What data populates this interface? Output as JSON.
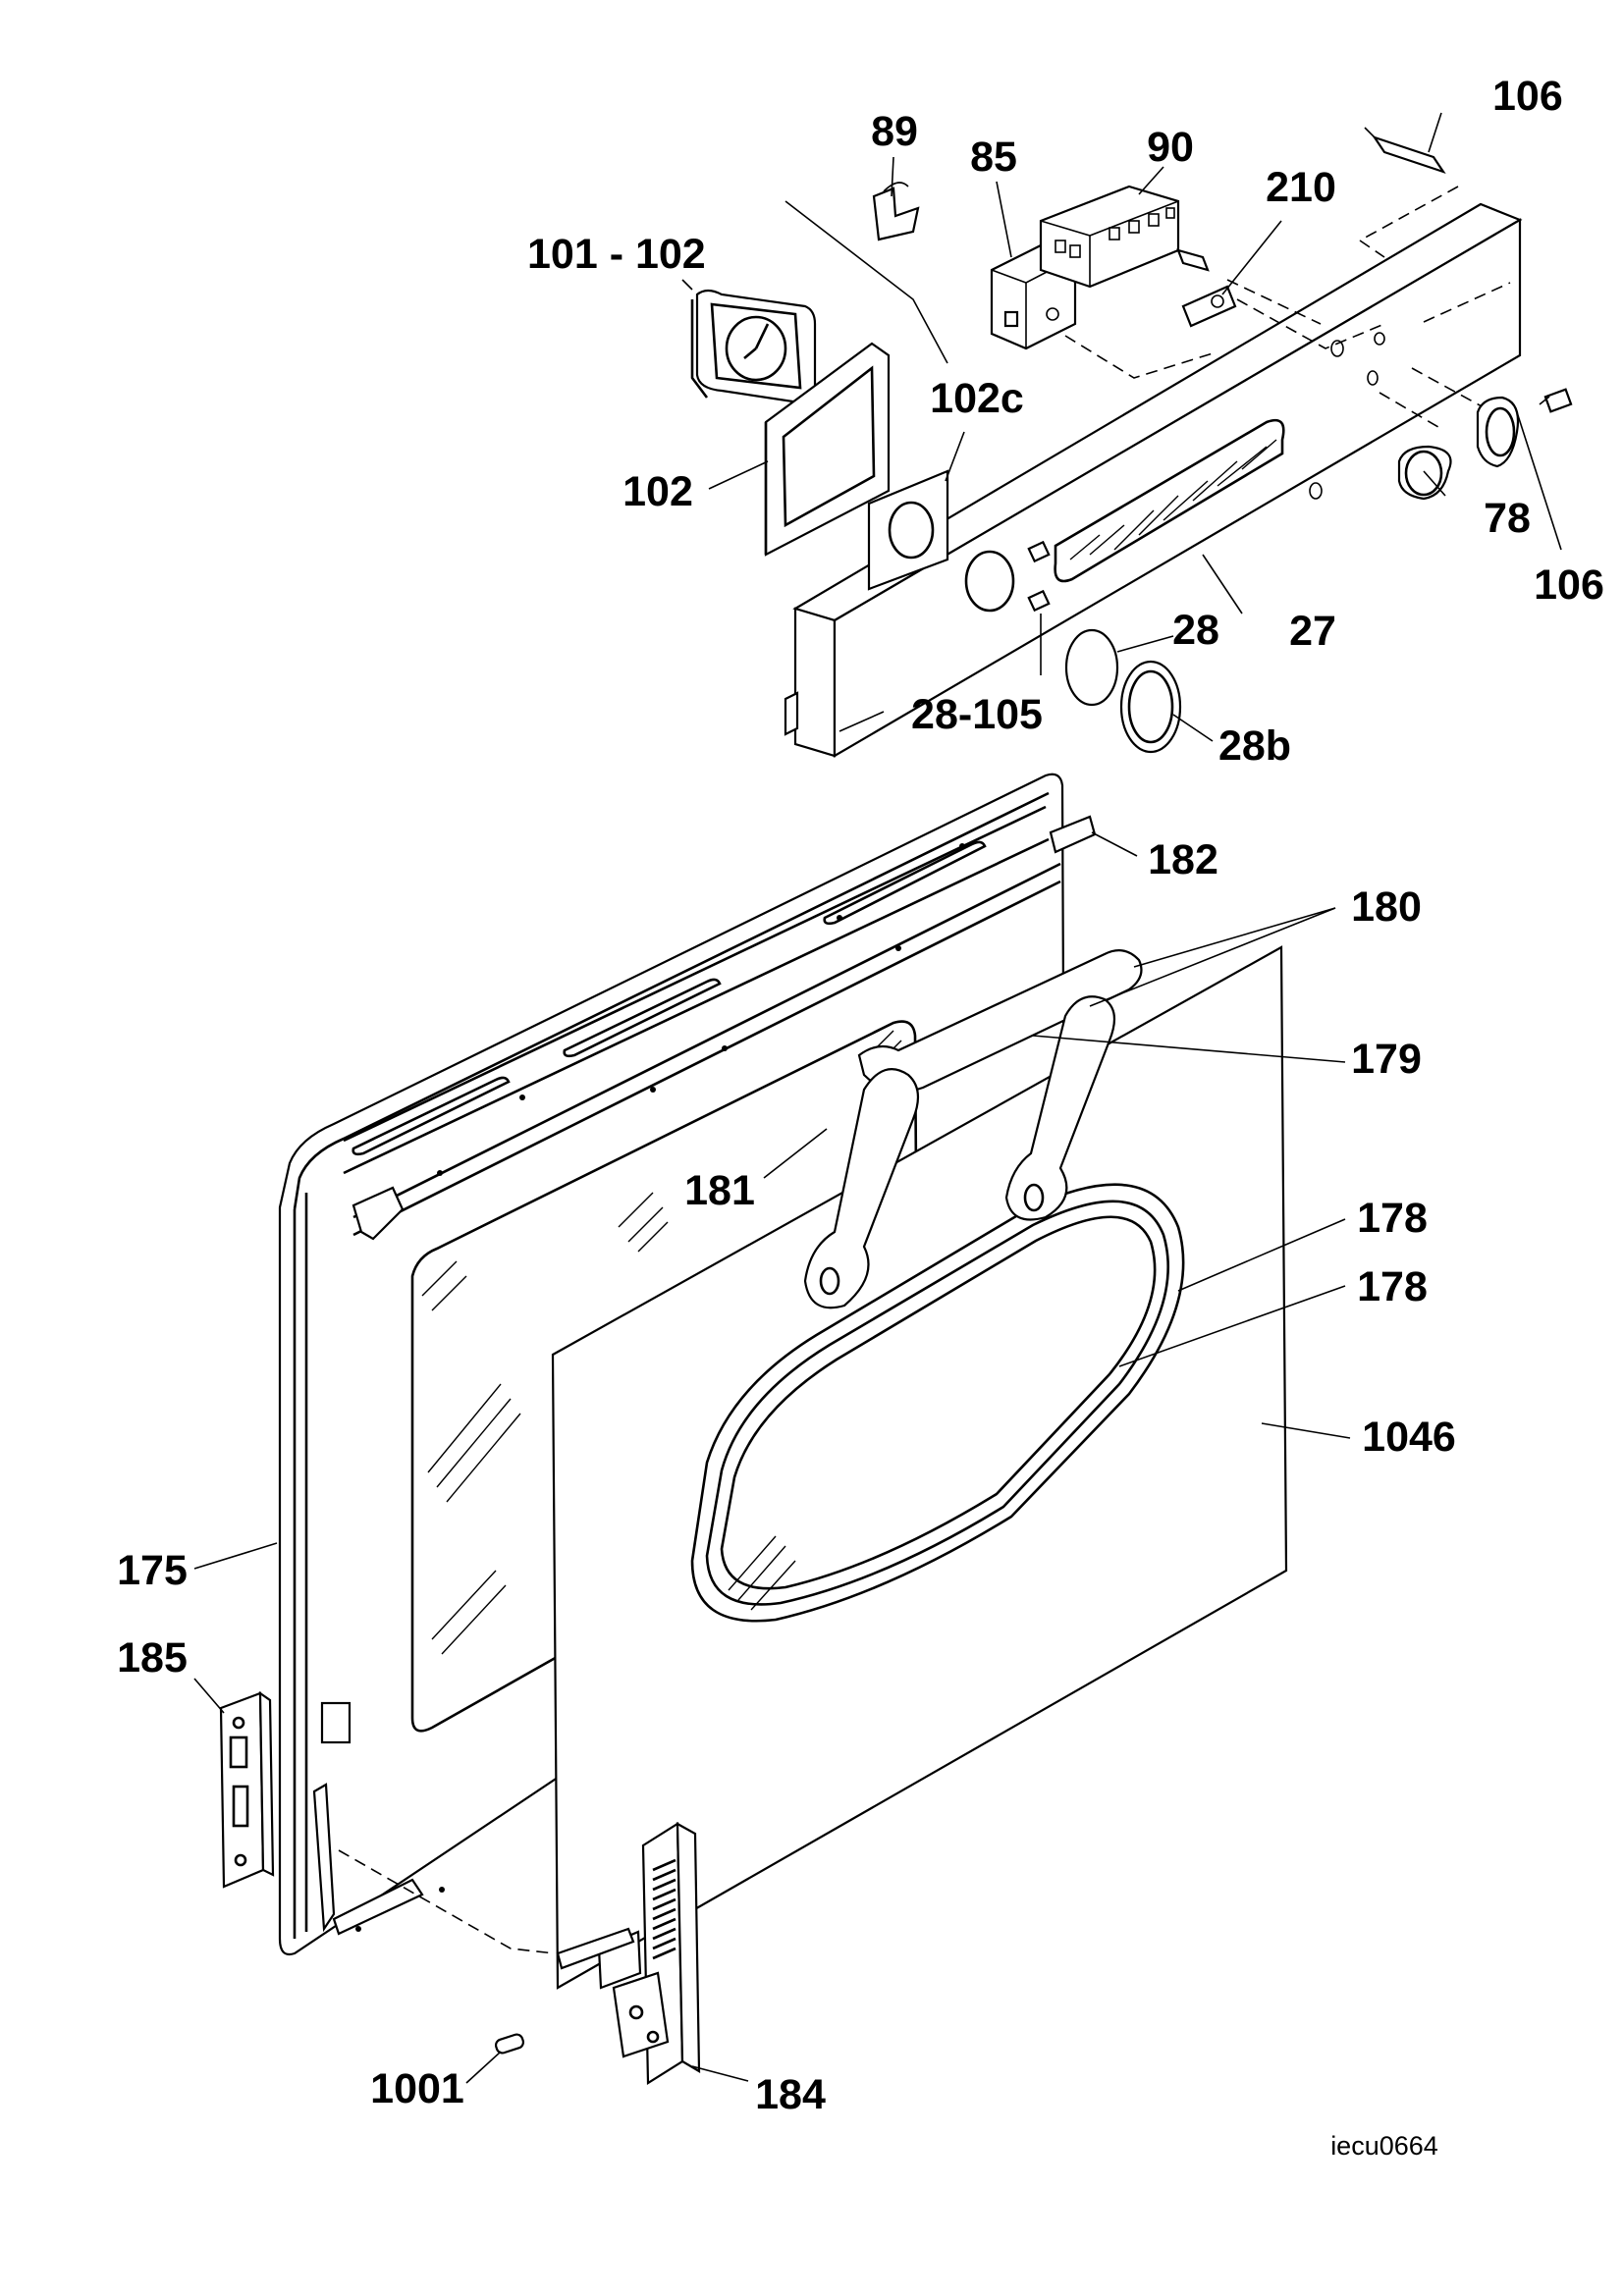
{
  "diagram_code": "iecu0664",
  "labels": {
    "l106a": "106",
    "l89": "89",
    "l85": "85",
    "l90": "90",
    "l210": "210",
    "l101_102": "101 - 102",
    "l102c": "102c",
    "l102": "102",
    "l78": "78",
    "l106b": "106",
    "l28": "28",
    "l27": "27",
    "l28_105": "28-105",
    "l28b": "28b",
    "l182": "182",
    "l180": "180",
    "l179": "179",
    "l181": "181",
    "l178a": "178",
    "l178b": "178",
    "l1046": "1046",
    "l175": "175",
    "l185": "185",
    "l1001": "1001",
    "l184": "184"
  }
}
